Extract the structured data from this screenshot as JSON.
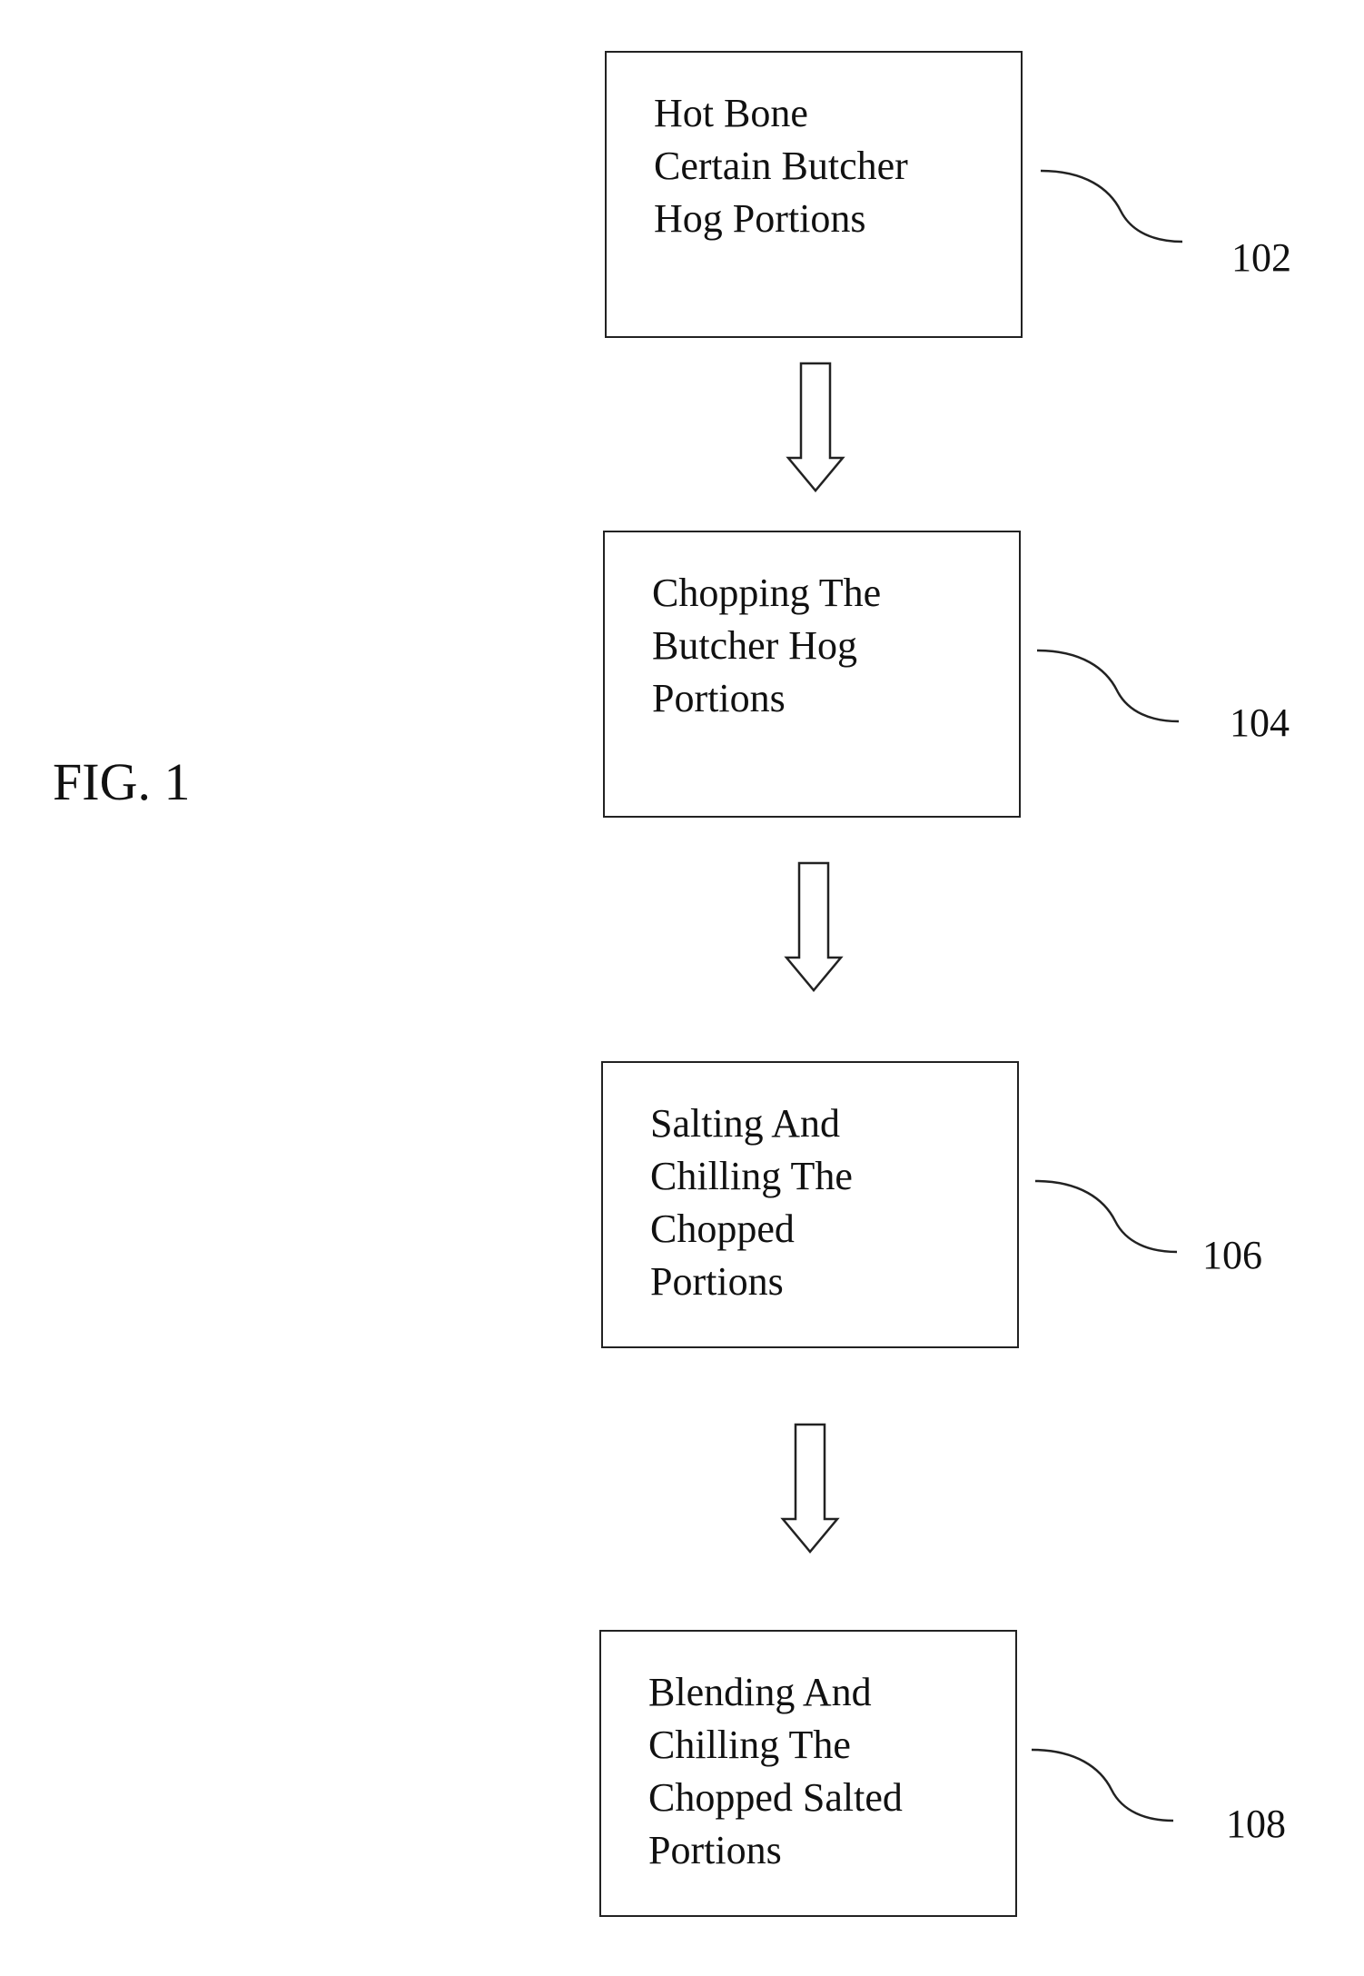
{
  "figure": {
    "label": "FIG. 1"
  },
  "steps": [
    {
      "text": "Hot Bone\nCertain Butcher\nHog Portions",
      "ref": "102"
    },
    {
      "text": "Chopping The\nButcher Hog\nPortions",
      "ref": "104"
    },
    {
      "text": "Salting And\nChilling The\nChopped\nPortions",
      "ref": "106"
    },
    {
      "text": "Blending And\nChilling The\nChopped  Salted\nPortions",
      "ref": "108"
    }
  ],
  "flow": {
    "arrow_style": "hollow-down-arrow",
    "leader_style": "curved-leader-line",
    "line_color": "#222222"
  }
}
